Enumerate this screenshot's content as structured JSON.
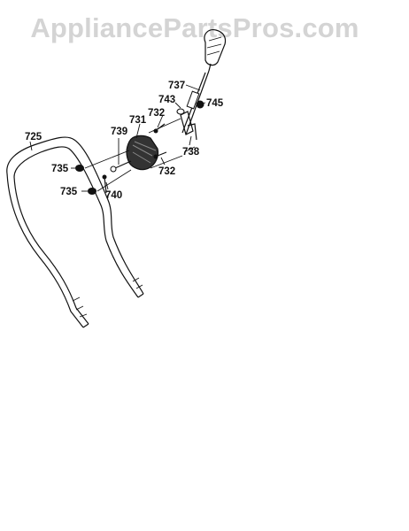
{
  "watermark": "AppliancePartsPros.com",
  "callouts": {
    "handle": "725",
    "shift_rod": "737",
    "rod_washer": "743",
    "rod_nut": "745",
    "bracket_bolt_upper": "732",
    "bracket": "731",
    "bracket_screw": "739",
    "rod_guide": "738",
    "bracket_bolt_lower": "732",
    "handle_nut_upper": "735",
    "handle_nut_lower": "735",
    "handle_bolt": "740"
  },
  "colors": {
    "line": "#111111",
    "watermark": "#d4d4d4",
    "background": "#ffffff"
  }
}
